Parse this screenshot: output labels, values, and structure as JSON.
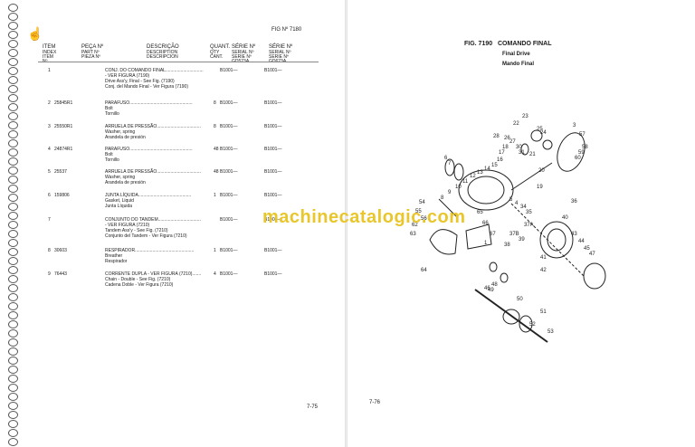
{
  "fig_ref": "FIG Nº 7180",
  "headers": {
    "item": {
      "t": "ITEM",
      "sub": [
        "INDEX",
        "ITEM",
        "Nº"
      ]
    },
    "part": {
      "t": "PEÇA Nº",
      "sub": [
        "PART Nº",
        "PIEZA Nº"
      ]
    },
    "desc": {
      "t": "DESCRIÇÃO",
      "sub": [
        "DESCRIPTION",
        "DESCRIPCION"
      ]
    },
    "qty": {
      "t": "QUANT.",
      "sub": [
        "QTY",
        "CANT."
      ]
    },
    "s1": {
      "t": "SÉRIE Nº",
      "sub": [
        "SERIAL Nº",
        "SERIE Nº",
        "GD523A"
      ]
    },
    "s2": {
      "t": "SÉRIE Nº",
      "sub": [
        "SERIAL Nº",
        "SERIE Nº",
        "GD623A"
      ]
    }
  },
  "rows": [
    {
      "no": "1",
      "part": "",
      "desc": "CONJ. DO COMANDO FINAL..............................",
      "sub": [
        "- VER FIGURA (7190)",
        "Drive Ass'y, Final - See Fig. (7190)",
        "Conj. del Mando Final - Ver Figura (7190)"
      ],
      "qty": "",
      "s1": "B1001—",
      "s2": "B1001—"
    },
    {
      "no": "2",
      "part": "25845R1",
      "desc": "PARAFUSO..................................................",
      "sub": [
        "Bolt",
        "Tornillo"
      ],
      "qty": "8",
      "s1": "B1001—",
      "s2": "B1001—"
    },
    {
      "no": "3",
      "part": "25550R1",
      "desc": "ARRUELA DE PRESSÃO...................................",
      "sub": [
        "Washer, spring",
        "Arandela de presión"
      ],
      "qty": "8",
      "s1": "B1001—",
      "s2": "B1001—"
    },
    {
      "no": "4",
      "part": "24874R1",
      "desc": "PARAFUSO..................................................",
      "sub": [
        "Bolt",
        "Tornillo"
      ],
      "qty": "48",
      "s1": "B1001—",
      "s2": "B1001—"
    },
    {
      "no": "5",
      "part": "25537",
      "desc": "ARRUELA DE PRESSÃO...................................",
      "sub": [
        "Washer, spring",
        "Arandela de presión"
      ],
      "qty": "48",
      "s1": "B1001—",
      "s2": "B1001—"
    },
    {
      "no": "6",
      "part": "159806",
      "desc": "JUNTA LÍQUIDA..........................................",
      "sub": [
        "Gasket, Liquid",
        "Junta Líquida"
      ],
      "qty": "1",
      "s1": "B1001—",
      "s2": "B1001—"
    },
    {
      "no": "7",
      "part": "",
      "desc": "CONJUNTO DO TANDEM..................................",
      "sub": [
        "- VER FIGURA (7210)",
        "Tandem Ass'y - See Fig. (7210)",
        "Conjunto del Tandem - Ver Figura (7210)"
      ],
      "qty": "",
      "s1": "B1001—",
      "s2": "B1001—"
    },
    {
      "no": "8",
      "part": "30603",
      "desc": "RESPIRADOR...............................................",
      "sub": [
        "Breather",
        "Respirador"
      ],
      "qty": "1",
      "s1": "B1001—",
      "s2": "B1001—"
    },
    {
      "no": "9",
      "part": "76443",
      "desc": "CORRENTE DUPLA - VER FIGURA (7210).......",
      "sub": [
        "Chain - Double - See Fig. (7210)",
        "Cadena Doble - Ver Figura (7210)"
      ],
      "qty": "4",
      "s1": "B1001—",
      "s2": "B1001—"
    }
  ],
  "page_left": "7-75",
  "page_right": "7-76",
  "right_title": {
    "fig": "FIG. 7190",
    "name": "COMANDO FINAL",
    "en": "Final Drive",
    "es": "Mando Final"
  },
  "watermark": "machinecatalogic.com",
  "callouts": [
    "23",
    "3",
    "57",
    "58",
    "59",
    "60",
    "22",
    "25",
    "24",
    "26",
    "27",
    "30",
    "31",
    "21",
    "28",
    "20",
    "19",
    "18",
    "17",
    "16",
    "15",
    "14",
    "13",
    "12",
    "11",
    "10",
    "9",
    "8",
    "7",
    "6",
    "5",
    "4",
    "34",
    "35",
    "36",
    "37A",
    "37B",
    "38",
    "39",
    "40",
    "41",
    "42",
    "43",
    "44",
    "45",
    "46",
    "47",
    "48",
    "49",
    "50",
    "51",
    "52",
    "53",
    "54",
    "55",
    "56",
    "62",
    "63",
    "64",
    "65",
    "66",
    "67",
    "1",
    "2",
    "32",
    "33"
  ]
}
